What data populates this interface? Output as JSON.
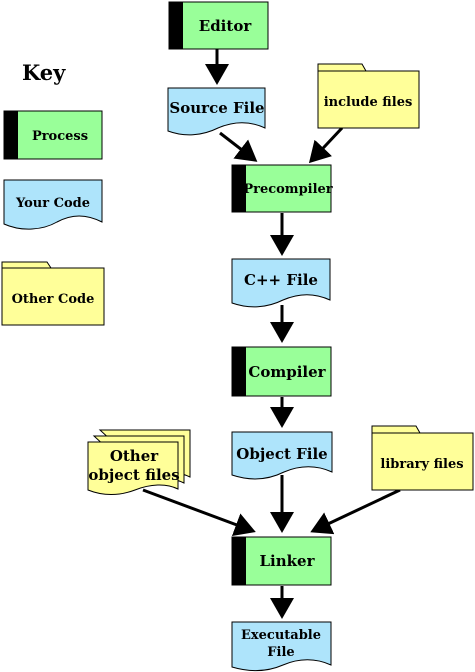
{
  "key": {
    "title": "Key",
    "process": "Process",
    "your_code": "Your Code",
    "other_code": "Other Code"
  },
  "nodes": {
    "editor": "Editor",
    "source_file": "Source File",
    "include_files": "include files",
    "precompiler": "Precompiler",
    "cpp_file": "C++ File",
    "compiler": "Compiler",
    "object_file": "Object File",
    "other_object_files_line1": "Other",
    "other_object_files_line2": "object files",
    "library_files": "library files",
    "linker": "Linker",
    "executable_file_line1": "Executable",
    "executable_file_line2": "File"
  },
  "colors": {
    "process_fill": "#99ff99",
    "process_bar": "#000000",
    "your_code_fill": "#aee4fb",
    "other_code_fill": "#ffff99",
    "stroke": "#000000"
  }
}
